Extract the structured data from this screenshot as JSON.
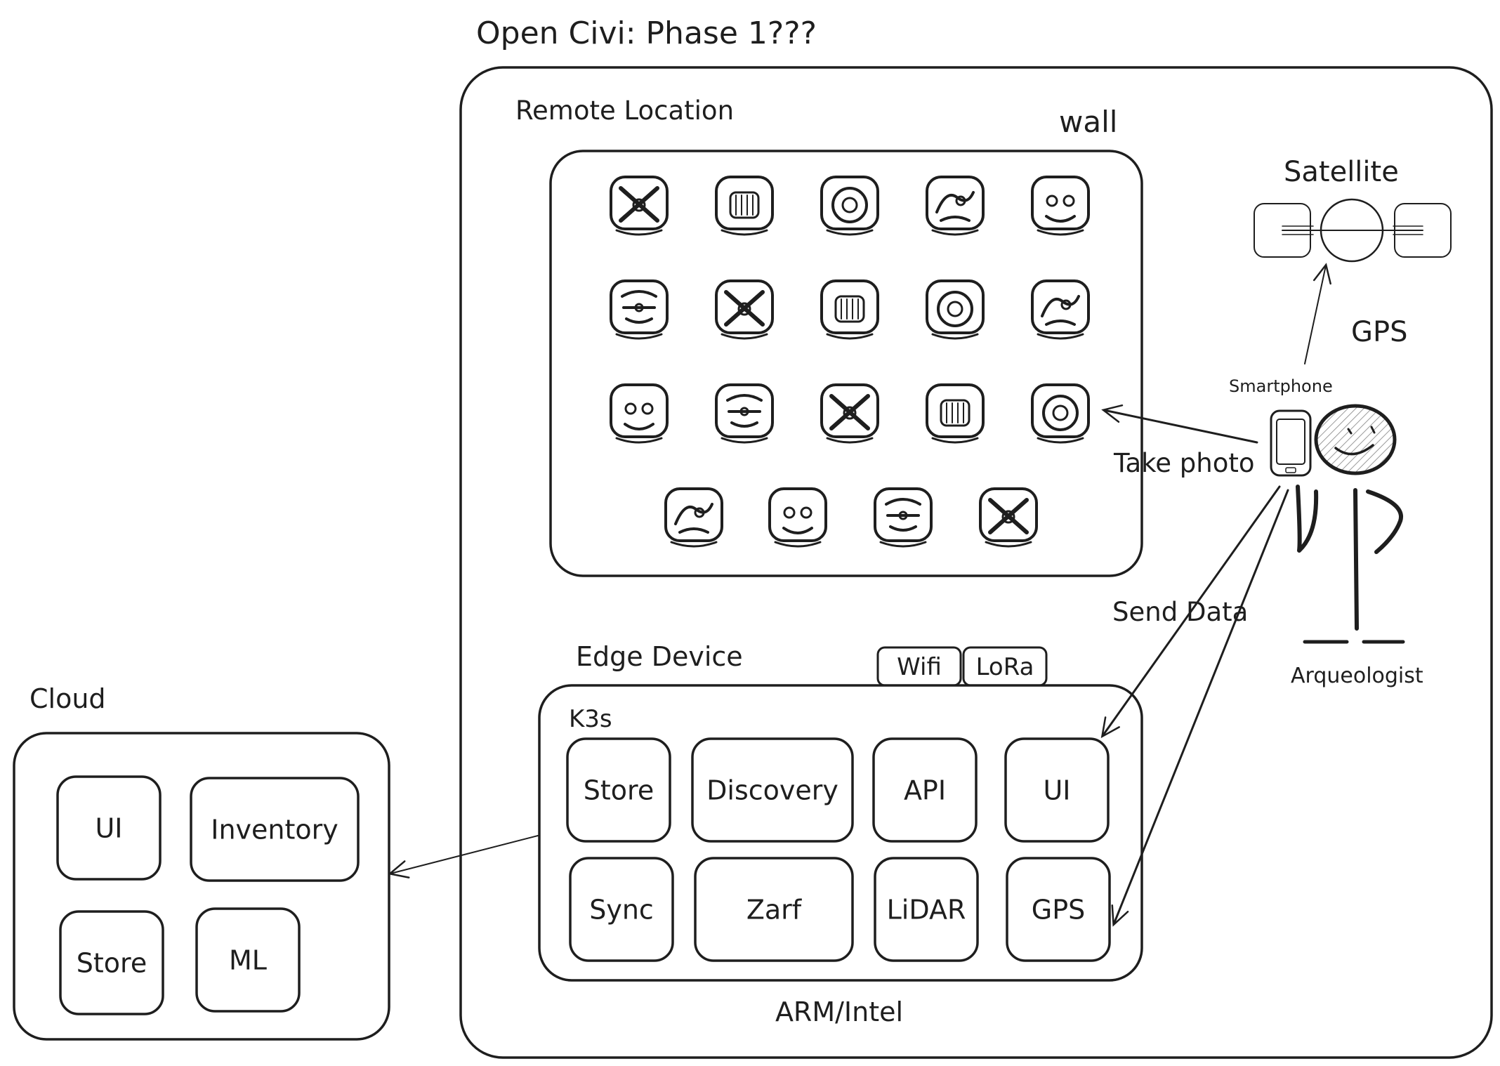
{
  "diagram": {
    "title": "Open Civi: Phase 1???",
    "remote_location": {
      "label": "Remote Location",
      "wall_label": "wall"
    },
    "satellite": {
      "label": "Satellite",
      "gps_label": "GPS"
    },
    "smartphone": {
      "label": "Smartphone"
    },
    "arqueologist": {
      "label": "Arqueologist"
    },
    "edges": {
      "take_photo": "Take photo",
      "send_data": "Send Data"
    },
    "edge_device": {
      "label": "Edge Device",
      "radios": [
        "Wifi",
        "LoRa"
      ],
      "k3s_label": "K3s",
      "platform": "ARM/Intel",
      "services": [
        "Store",
        "Discovery",
        "API",
        "UI",
        "Sync",
        "Zarf",
        "LiDAR",
        "GPS"
      ]
    },
    "cloud": {
      "label": "Cloud",
      "services": [
        "UI",
        "Inventory",
        "Store",
        "ML"
      ]
    }
  }
}
